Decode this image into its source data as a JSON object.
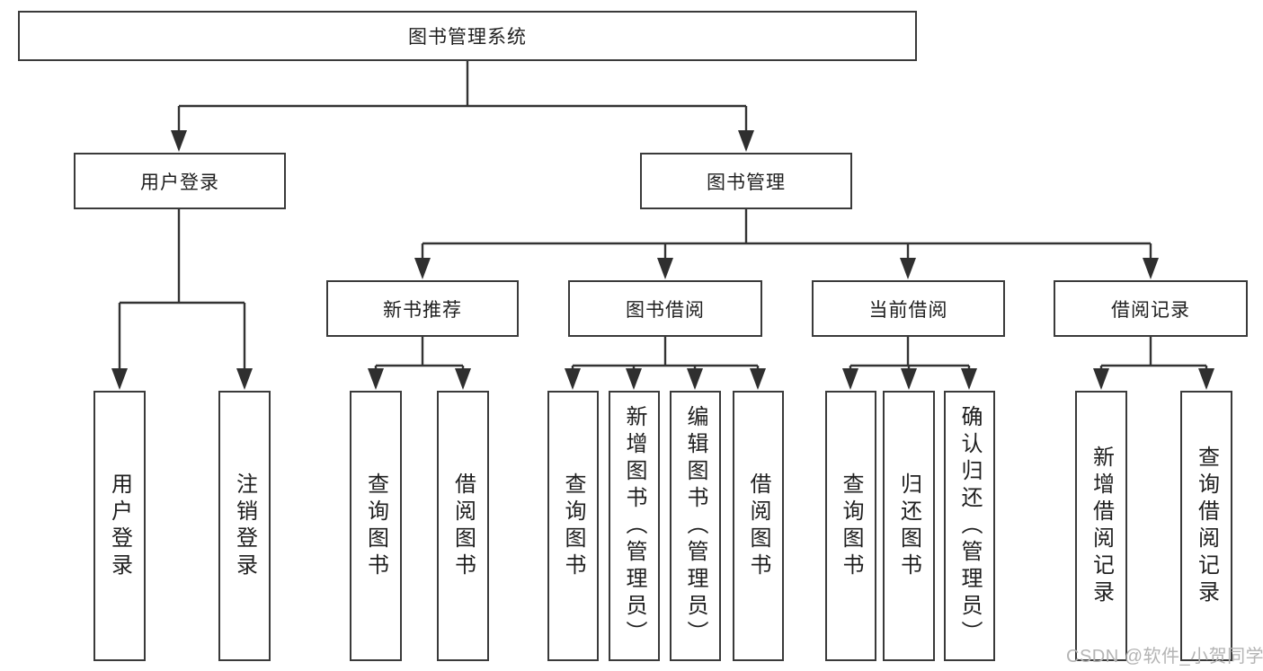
{
  "diagram": {
    "root": {
      "label": "图书管理系统"
    },
    "level2": [
      {
        "label": "用户登录"
      },
      {
        "label": "图书管理"
      }
    ],
    "level3": [
      {
        "label": "新书推荐",
        "parent": "图书管理"
      },
      {
        "label": "图书借阅",
        "parent": "图书管理"
      },
      {
        "label": "当前借阅",
        "parent": "图书管理"
      },
      {
        "label": "借阅记录",
        "parent": "图书管理"
      }
    ],
    "leaves": [
      {
        "label": "用户登录",
        "parent": "用户登录"
      },
      {
        "label": "注销登录",
        "parent": "用户登录"
      },
      {
        "label": "查询图书",
        "parent": "新书推荐"
      },
      {
        "label": "借阅图书",
        "parent": "新书推荐"
      },
      {
        "label": "查询图书",
        "parent": "图书借阅"
      },
      {
        "label": "新增图书（管理员）",
        "parent": "图书借阅"
      },
      {
        "label": "编辑图书（管理员）",
        "parent": "图书借阅"
      },
      {
        "label": "借阅图书",
        "parent": "图书借阅"
      },
      {
        "label": "查询图书",
        "parent": "当前借阅"
      },
      {
        "label": "归还图书",
        "parent": "当前借阅"
      },
      {
        "label": "确认归还（管理员）",
        "parent": "当前借阅"
      },
      {
        "label": "新增借阅记录",
        "parent": "借阅记录"
      },
      {
        "label": "查询借阅记录",
        "parent": "借阅记录"
      }
    ]
  },
  "watermark": {
    "text": "CSDN @软件_小贺同学"
  },
  "colors": {
    "box_border": "#3a3a3a",
    "connector": "#333333",
    "arrow": "#2f2f2f",
    "text": "#1f1f1f",
    "watermark": "#b4b4b4",
    "background": "#ffffff"
  }
}
